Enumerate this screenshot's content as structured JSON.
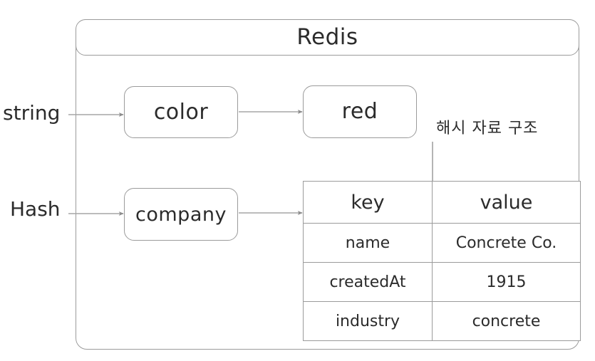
{
  "diagram": {
    "title": "Redis",
    "side_labels": {
      "string": "string",
      "hash": "Hash"
    },
    "nodes": {
      "color_key": "color",
      "red_value": "red",
      "company_key": "company"
    },
    "annotation": "해시 자료 구조",
    "hash_table": {
      "headers": [
        "key",
        "value"
      ],
      "rows": [
        {
          "key": "name",
          "value": "Concrete Co."
        },
        {
          "key": "createdAt",
          "value": "1915"
        },
        {
          "key": "industry",
          "value": "concrete"
        }
      ]
    },
    "colors": {
      "stroke": "#9b9b9b",
      "text": "#2b2b2b",
      "background": "#ffffff",
      "arrow": "#8c8c8c"
    }
  }
}
